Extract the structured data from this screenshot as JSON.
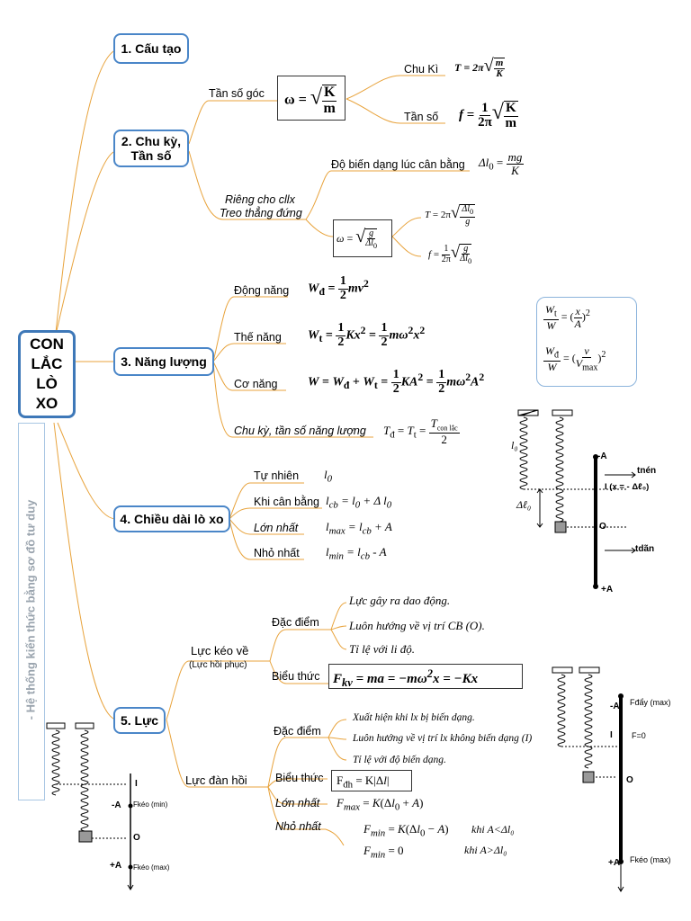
{
  "center": {
    "lines": [
      "CON",
      "LẮC",
      "LÒ",
      "XO"
    ]
  },
  "side_note": "- Hệ thống kiến thức bằng sơ đồ tư duy",
  "branches": {
    "b1": {
      "title": "1. Cấu tạo"
    },
    "b2": {
      "title": "2. Chu kỳ, Tần số",
      "tan_so_goc": "Tần số góc",
      "chu_ki": "Chu Kì",
      "tan_so": "Tần số",
      "rieng_1": "Riêng cho cllx",
      "rieng_2": "Treo thẳng đứng",
      "do_bien_dang": "Độ biến dạng lúc cân bằng"
    },
    "b3": {
      "title": "3. Năng lượng",
      "dong_nang": "Động năng",
      "the_nang": "Thế năng",
      "co_nang": "Cơ năng",
      "chu_ky_nl": "Chu kỳ, tần số năng lượng",
      "con_lac": "con lắc"
    },
    "b4": {
      "title": "4. Chiều dài lò xo",
      "tu_nhien": "Tự nhiên",
      "can_bang": "Khi cân bằng",
      "lon_nhat": "Lớn nhất",
      "nho_nhat": "Nhỏ nhất"
    },
    "b5": {
      "title": "5. Lực",
      "luc_keo_ve": "Lực kéo về",
      "luc_hoi_phuc": "(Lực hồi phục)",
      "dac_diem": "Đặc điểm",
      "bieu_thuc": "Biểu thức",
      "kv_1": "Lực gây ra dao động.",
      "kv_2": "Luôn hướng về vị trí CB (O).",
      "kv_3": "Tỉ lệ với li độ.",
      "luc_dan_hoi": "Lực đàn hồi",
      "dac_diem2": "Đặc điểm",
      "dh_1": "Xuất hiện khi lx bị biến dạng.",
      "dh_2": "Luôn hướng về vị trí lx không biến dạng (I)",
      "dh_3": "Tỉ lệ với độ biến dạng.",
      "bieu_thuc2": "Biểu thức",
      "lon_nhat": "Lớn nhất",
      "nho_nhat": "Nhỏ nhất",
      "cond_1": "khi A<Δl₀",
      "cond_2": "khi A>Δl₀"
    }
  },
  "figures": {
    "right1": {
      "minusA": "-A",
      "plusA": "+A",
      "I": "I (x = - Δℓ₀)",
      "O": "O",
      "t_nen": "tnén",
      "t_dan": "tdãn",
      "l0": "l₀",
      "dl0": "Δℓ₀"
    },
    "right2": {
      "minusA": "-A",
      "plusA": "+A",
      "I": "I",
      "O": "O",
      "f_day": "Fđẩy (max)",
      "f0": "F=0",
      "f_keo": "Fkéo (max)"
    },
    "left": {
      "minusA": "-A",
      "plusA": "+A",
      "I": "I",
      "O": "O",
      "f_min": "Fkéo (min)",
      "f_max": "Fkéo (max)"
    }
  },
  "colors": {
    "branch_line": "#e8a33c",
    "box_border": "#4a86c8"
  }
}
